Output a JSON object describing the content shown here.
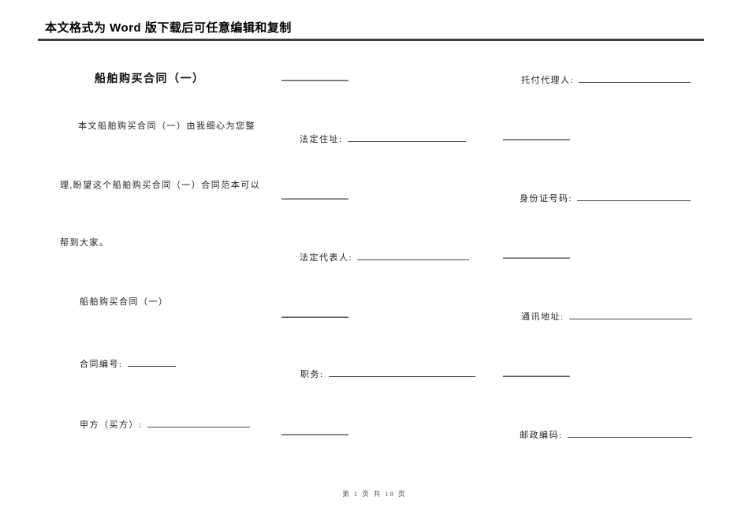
{
  "header": {
    "notice": "本文格式为 Word 版下载后可任意编辑和复制"
  },
  "left_column": {
    "title": "船舶购买合同（一）",
    "intro_lines": [
      "本文船舶购买合同（一）由我细心为您整",
      "理,盼望这个船舶购买合同（一）合同范本可以",
      "帮到大家。"
    ],
    "subtitle": "船舶购买合同（一）",
    "contract_number_label": "合同编号:",
    "party_a_label": "甲方（买方）:"
  },
  "middle_column": {
    "legal_address_label": "法定住址:",
    "legal_representative_label": "法定代表人:",
    "position_label": "职务:"
  },
  "right_column": {
    "entrusted_agent_label": "托付代理人:",
    "id_number_label": "身份证号码:",
    "mailing_address_label": "通讯地址:",
    "postal_code_label": "邮政编码:"
  },
  "footer": {
    "page_indicator": "第 1 页 共 18 页"
  }
}
